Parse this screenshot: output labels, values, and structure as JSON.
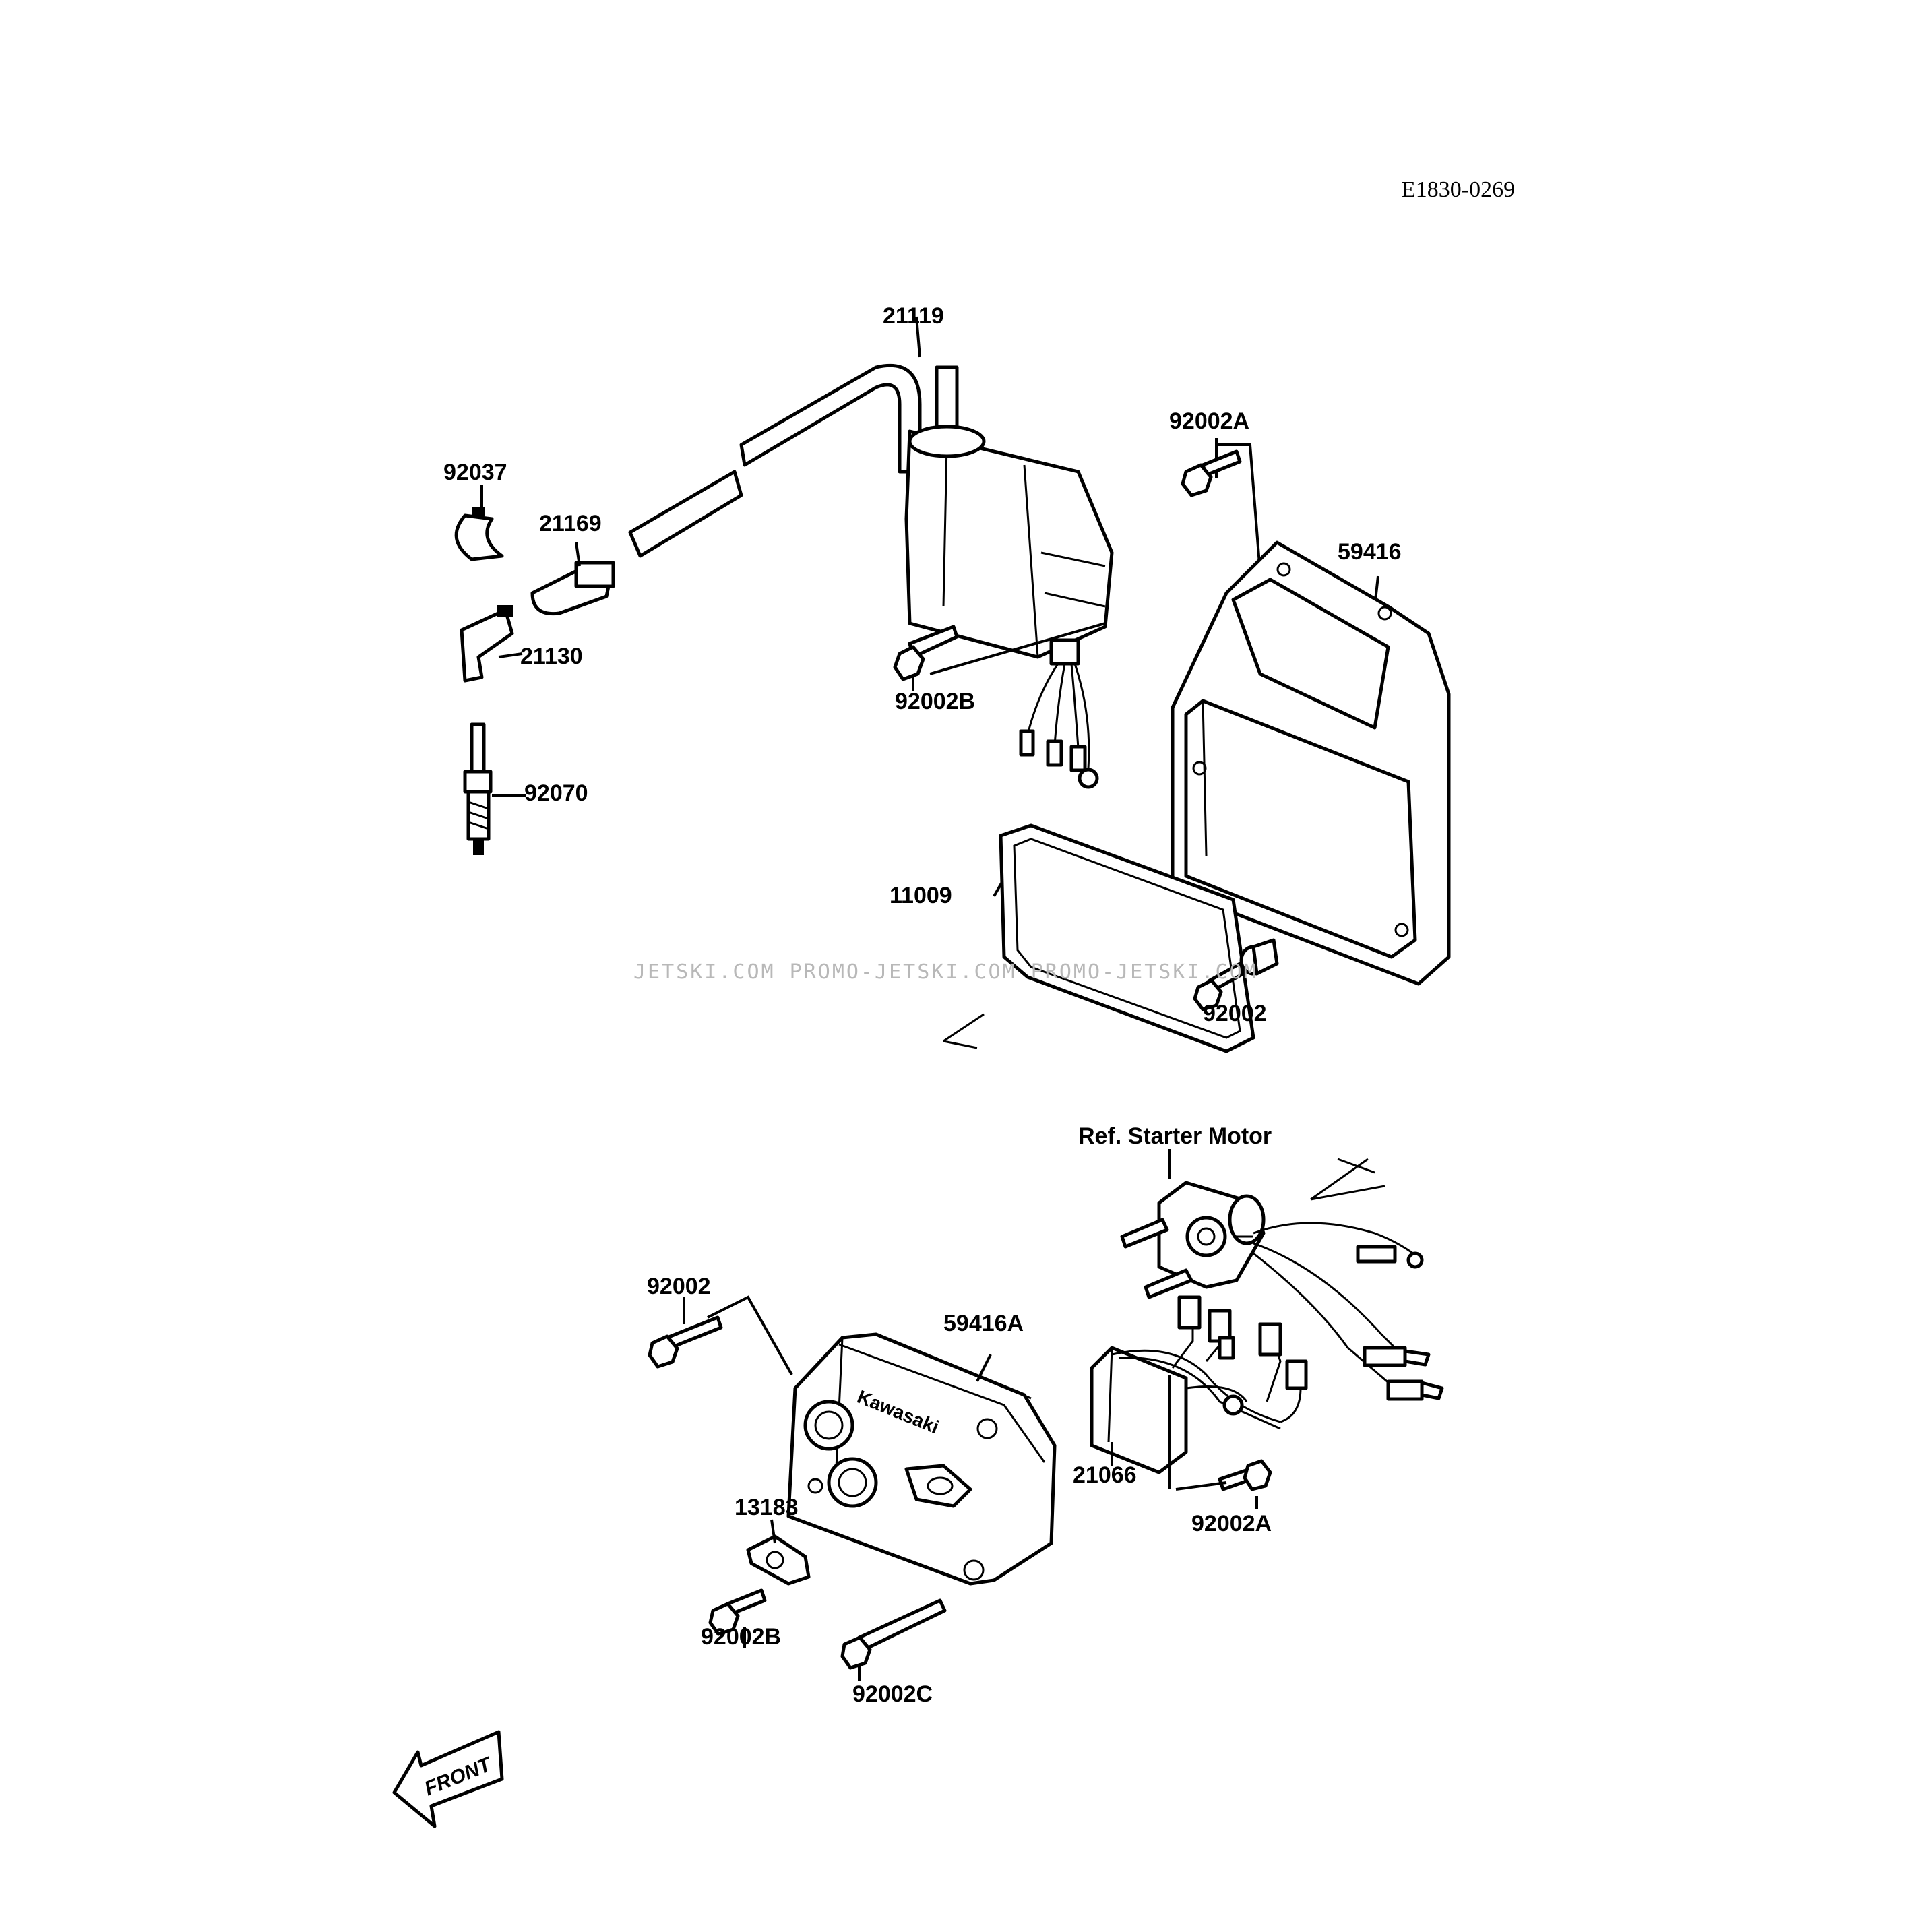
{
  "drawing_code": "E1830-0269",
  "watermark": "JETSKI.COM   PROMO-JETSKI.COM   PROMO-JETSKI.COM",
  "front_marker": "FRONT",
  "reference_note": "Ref. Starter Motor",
  "brand_mark": "Kawasaki",
  "parts": [
    {
      "id": "21119"
    },
    {
      "id": "92002A"
    },
    {
      "id": "92037"
    },
    {
      "id": "21169"
    },
    {
      "id": "59416"
    },
    {
      "id": "21130"
    },
    {
      "id": "92002B"
    },
    {
      "id": "92070"
    },
    {
      "id": "11009"
    },
    {
      "id": "92002"
    },
    {
      "id": "92002"
    },
    {
      "id": "59416A"
    },
    {
      "id": "21066"
    },
    {
      "id": "92002A"
    },
    {
      "id": "13183"
    },
    {
      "id": "92002B"
    },
    {
      "id": "92002C"
    }
  ]
}
